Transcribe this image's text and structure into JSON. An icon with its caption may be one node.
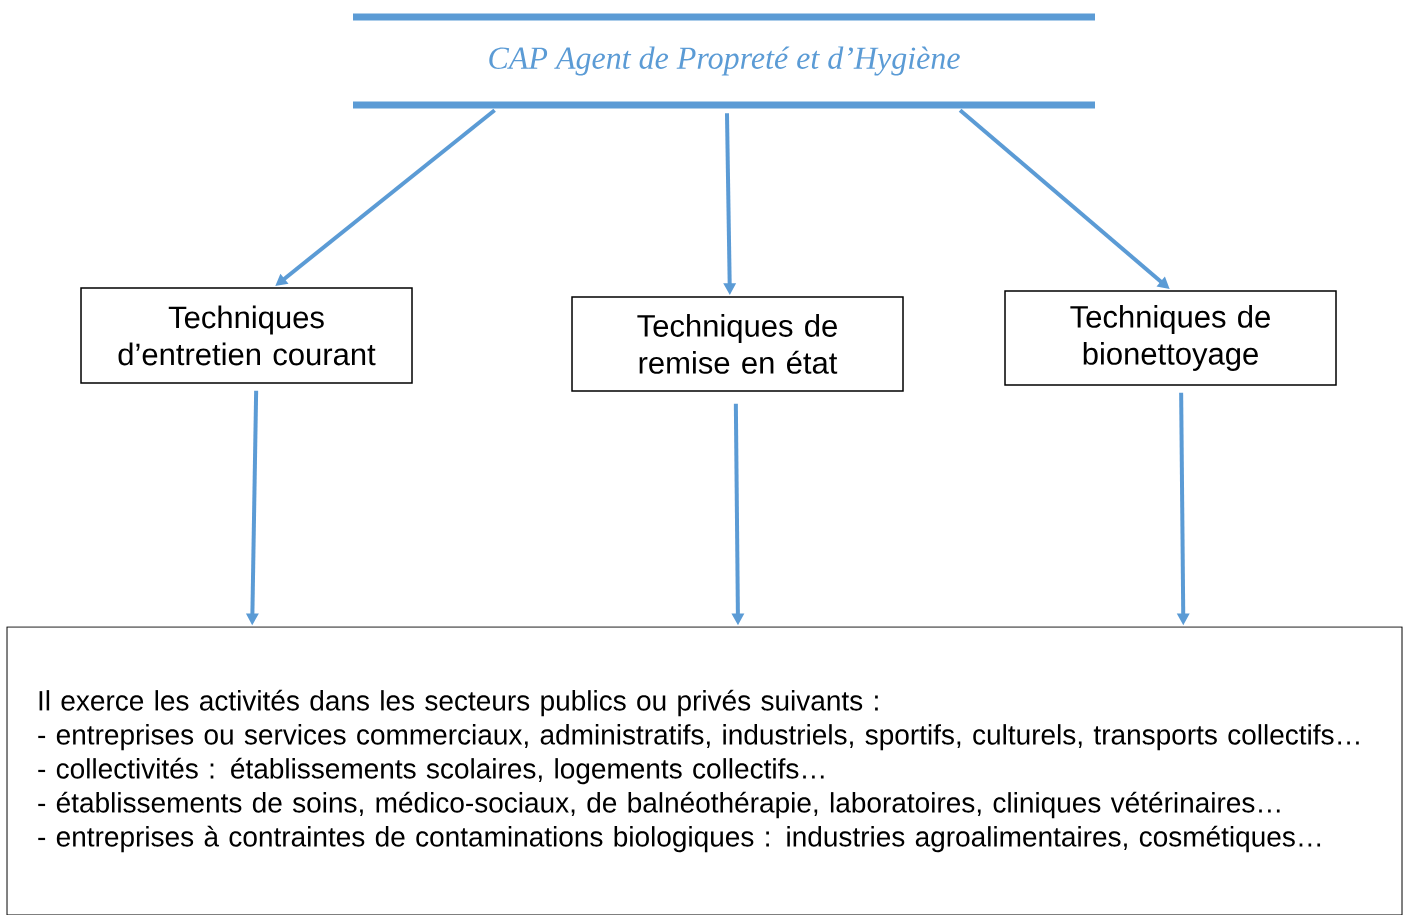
{
  "diagram": {
    "nodes": [
      {
        "text": [
          "CAP Agent de Propreté et d’Hygiène"
        ]
      },
      {
        "text": [
          "Techniques d’entretien courant"
        ]
      },
      {
        "text": [
          "Techniques de remise en état"
        ]
      },
      {
        "text": [
          "Techniques de bionettoyage"
        ]
      },
      {
        "text": [
          "Il exerce les activités dans les secteurs publics ou privés suivants :",
          "- entreprises ou services commerciaux, administratifs, industriels, sportifs, culturels, transports collectifs…",
          "- collectivités : établissements scolaires, logements collectifs…",
          "- établissements de soins, médico-sociaux, de balnéothérapie, laboratoires, cliniques vétérinaires…",
          "- entreprises à contraintes de contaminations biologiques : industries agroalimentaires, cosmétiques…"
        ]
      }
    ],
    "edges": [
      {
        "from": 0,
        "to": 1,
        "arrow": "to"
      },
      {
        "from": 0,
        "to": 2,
        "arrow": "to"
      },
      {
        "from": 0,
        "to": 3,
        "arrow": "to"
      },
      {
        "from": 1,
        "to": 4,
        "arrow": "to"
      },
      {
        "from": 2,
        "to": 4,
        "arrow": "to"
      },
      {
        "from": 3,
        "to": 4,
        "arrow": "to"
      }
    ]
  }
}
